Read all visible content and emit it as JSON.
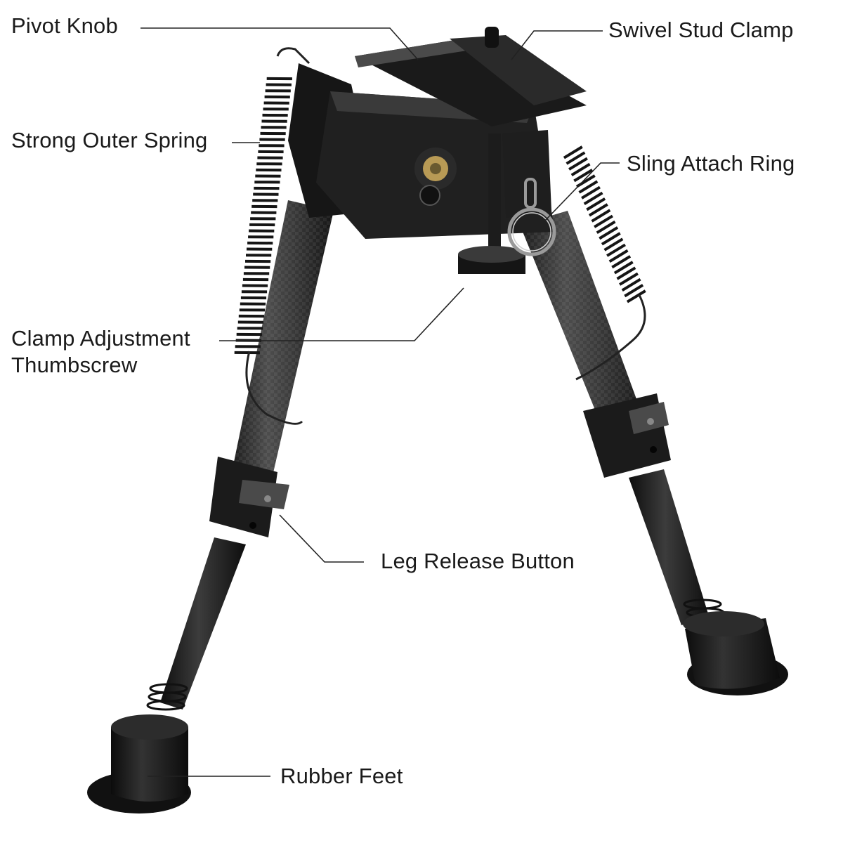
{
  "labels": {
    "pivot_knob": "Pivot Knob",
    "swivel_stud_clamp": "Swivel Stud Clamp",
    "strong_outer_spring": "Strong Outer Spring",
    "sling_attach_ring": "Sling Attach Ring",
    "clamp_adjustment_line1": "Clamp Adjustment",
    "clamp_adjustment_line2": "Thumbscrew",
    "leg_release_button": "Leg Release Button",
    "rubber_feet": "Rubber Feet"
  },
  "colors": {
    "background": "#ffffff",
    "metal_dark": "#161616",
    "metal_mid": "#2b2b2b",
    "carbon": "#3a3a3a",
    "highlight": "#6a6a6a",
    "brass": "#b89a55",
    "ring": "#9a9a9a",
    "text": "#1a1a1a"
  },
  "image": {
    "subject": "bipod-product-photo"
  }
}
